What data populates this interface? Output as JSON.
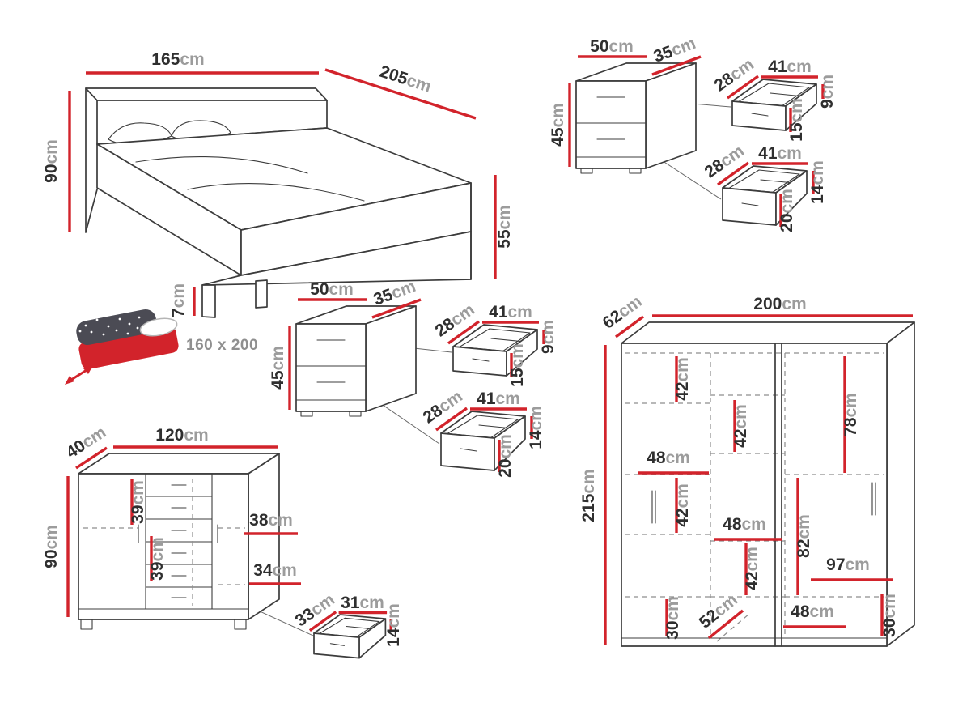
{
  "page": {
    "background": "#ffffff",
    "accent_color": "#d2232b",
    "line_color": "#3c3c3c"
  },
  "bed": {
    "width": {
      "value": "165",
      "unit": "cm"
    },
    "length": {
      "value": "205",
      "unit": "cm"
    },
    "headboard_height": {
      "value": "90",
      "unit": "cm"
    },
    "foot_height": {
      "value": "55",
      "unit": "cm"
    },
    "leg_height": {
      "value": "7",
      "unit": "cm"
    },
    "mattress_size": "160 x 200"
  },
  "nightstand_1": {
    "width": {
      "value": "50",
      "unit": "cm"
    },
    "depth": {
      "value": "35",
      "unit": "cm"
    },
    "height": {
      "value": "45",
      "unit": "cm"
    },
    "top_drawer": {
      "depth": {
        "value": "28",
        "unit": "cm"
      },
      "width": {
        "value": "41",
        "unit": "cm"
      },
      "back_height": {
        "value": "9",
        "unit": "cm"
      },
      "front_height": {
        "value": "15",
        "unit": "cm"
      }
    },
    "bottom_drawer": {
      "depth": {
        "value": "28",
        "unit": "cm"
      },
      "width": {
        "value": "41",
        "unit": "cm"
      },
      "back_height": {
        "value": "14",
        "unit": "cm"
      },
      "front_height": {
        "value": "20",
        "unit": "cm"
      }
    }
  },
  "nightstand_2": {
    "width": {
      "value": "50",
      "unit": "cm"
    },
    "depth": {
      "value": "35",
      "unit": "cm"
    },
    "height": {
      "value": "45",
      "unit": "cm"
    },
    "top_drawer": {
      "depth": {
        "value": "28",
        "unit": "cm"
      },
      "width": {
        "value": "41",
        "unit": "cm"
      },
      "back_height": {
        "value": "9",
        "unit": "cm"
      },
      "front_height": {
        "value": "15",
        "unit": "cm"
      }
    },
    "bottom_drawer": {
      "depth": {
        "value": "28",
        "unit": "cm"
      },
      "width": {
        "value": "41",
        "unit": "cm"
      },
      "back_height": {
        "value": "14",
        "unit": "cm"
      },
      "front_height": {
        "value": "20",
        "unit": "cm"
      }
    }
  },
  "dresser": {
    "depth": {
      "value": "40",
      "unit": "cm"
    },
    "width": {
      "value": "120",
      "unit": "cm"
    },
    "height": {
      "value": "90",
      "unit": "cm"
    },
    "upper_shelf_height": {
      "value": "39",
      "unit": "cm"
    },
    "shelf_width": {
      "value": "38",
      "unit": "cm"
    },
    "lower_shelf_height": {
      "value": "39",
      "unit": "cm"
    },
    "lower_shelf_width": {
      "value": "34",
      "unit": "cm"
    },
    "drawer": {
      "depth": {
        "value": "33",
        "unit": "cm"
      },
      "width": {
        "value": "31",
        "unit": "cm"
      },
      "height": {
        "value": "14",
        "unit": "cm"
      }
    }
  },
  "wardrobe": {
    "depth": {
      "value": "62",
      "unit": "cm"
    },
    "width": {
      "value": "200",
      "unit": "cm"
    },
    "height": {
      "value": "215",
      "unit": "cm"
    },
    "left_top_shelf": {
      "value": "42",
      "unit": "cm"
    },
    "center_top_shelf": {
      "value": "42",
      "unit": "cm"
    },
    "right_top_section": {
      "value": "78",
      "unit": "cm"
    },
    "left_section_width": {
      "value": "48",
      "unit": "cm"
    },
    "left_middle_shelf": {
      "value": "42",
      "unit": "cm"
    },
    "center_section_width": {
      "value": "48",
      "unit": "cm"
    },
    "center_middle_shelf": {
      "value": "42",
      "unit": "cm"
    },
    "right_middle_section": {
      "value": "82",
      "unit": "cm"
    },
    "bottom_right_width": {
      "value": "97",
      "unit": "cm"
    },
    "bottom_left_height": {
      "value": "30",
      "unit": "cm"
    },
    "bottom_depth": {
      "value": "52",
      "unit": "cm"
    },
    "bottom_center_width": {
      "value": "48",
      "unit": "cm"
    },
    "bottom_right_height": {
      "value": "30",
      "unit": "cm"
    }
  }
}
